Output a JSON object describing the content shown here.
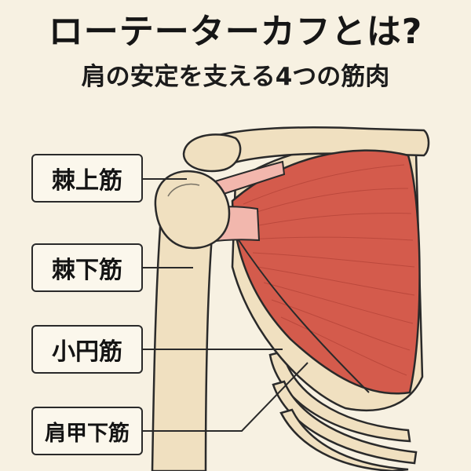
{
  "header": {
    "title": "ローテーターカフとは?",
    "subtitle": "肩の安定を支える4つの筋肉"
  },
  "labels": [
    {
      "text": "棘上筋"
    },
    {
      "text": "棘下筋"
    },
    {
      "text": "小円筋"
    },
    {
      "text": "肩甲下筋"
    }
  ],
  "colors": {
    "background": "#f7f1e2",
    "bone": "#f0e0c0",
    "bone_outline": "#2a2a2a",
    "muscle": "#d45b4c",
    "tendon": "#f2b7ad"
  }
}
